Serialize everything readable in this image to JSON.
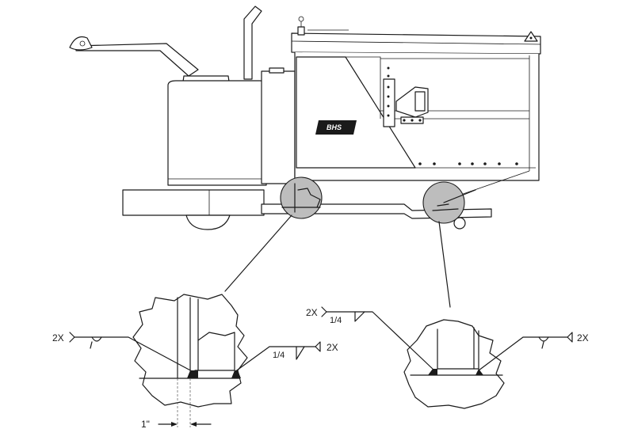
{
  "callouts": {
    "left_weld_qty": "2X",
    "left_weld_size": "1/4",
    "left_weld_qty_right": "2X",
    "dimension": "1\"",
    "right_weld_qty": "2X",
    "right_weld_size": "1/4",
    "right_weld_qty_right": "2X"
  },
  "logo": {
    "text": "BHS"
  },
  "colors": {
    "line": "#1a1a1a",
    "highlight": "#bdbdbd",
    "background": "#ffffff"
  }
}
